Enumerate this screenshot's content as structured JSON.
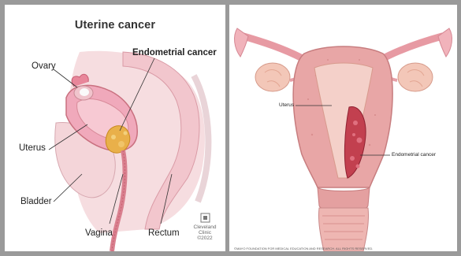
{
  "left": {
    "title": "Uterine cancer",
    "labels": {
      "ovary": "Ovary",
      "endometrial": "Endometrial cancer",
      "uterus": "Uterus",
      "bladder": "Bladder",
      "vagina": "Vagina",
      "rectum": "Rectum"
    },
    "logo": {
      "line1": "Cleveland",
      "line2": "Clinic",
      "year": "©2022"
    }
  },
  "right": {
    "labels": {
      "uterus": "Uterus",
      "endometrial": "Endometrial cancer"
    },
    "credit": "©MAYO FOUNDATION FOR MEDICAL EDUCATION AND RESEARCH. ALL RIGHTS RESERVED."
  }
}
